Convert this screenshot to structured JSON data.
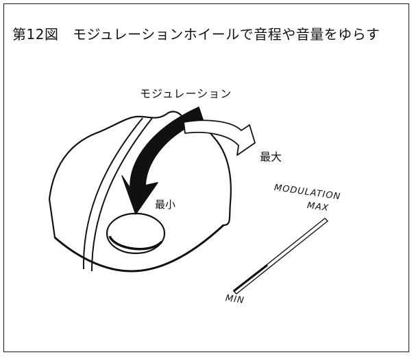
{
  "title": "第12図　モジュレーションホイールで音程や音量をゆらす",
  "labels": {
    "modulation": "モジュレーション",
    "max_jp": "最大",
    "min_jp": "最小",
    "modulation_en": "MODULATION",
    "max_en": "MAX",
    "min_en": "MIN"
  },
  "icons": [
    "modulation-wheel",
    "curved-arrow-down",
    "curved-arrow-up",
    "slider-scale"
  ]
}
